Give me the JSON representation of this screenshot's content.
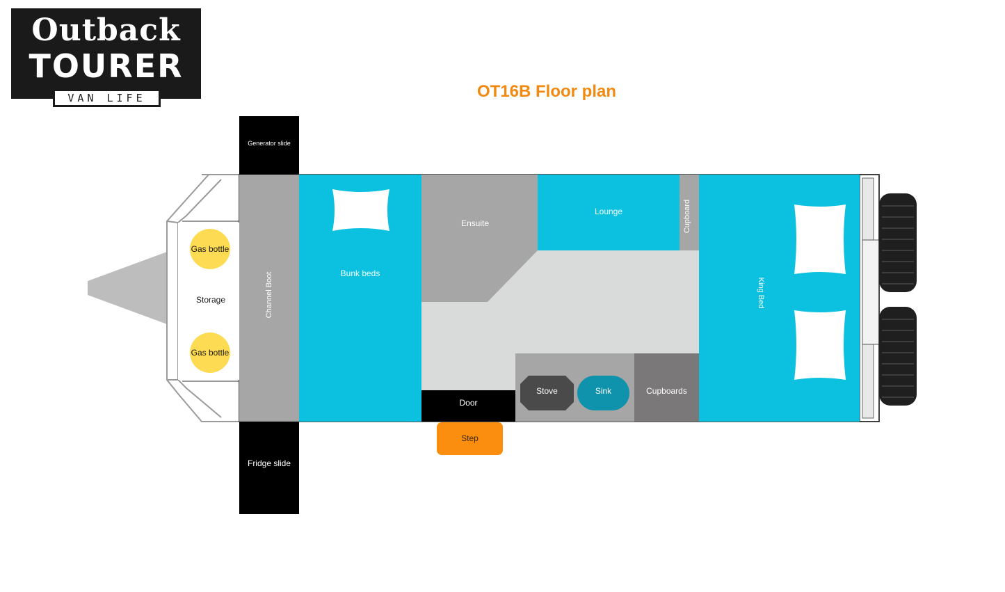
{
  "logo": {
    "line1": "Outback",
    "line2": "TOURER",
    "tagline": "VAN LIFE"
  },
  "title": "OT16B Floor plan",
  "rooms": {
    "generator_slide": "Generator slide",
    "fridge_slide": "Fridge slide",
    "channel_boot": "Channel Boot",
    "gas_bottle_top": "Gas bottle",
    "gas_bottle_bottom": "Gas bottle",
    "storage": "Storage",
    "bunk_beds": "Bunk beds",
    "ensuite": "Ensuite",
    "lounge": "Lounge",
    "cupboard": "Cupboard",
    "king_bed": "King Bed",
    "door": "Door",
    "step": "Step",
    "stove": "Stove",
    "sink": "Sink",
    "cupboards": "Cupboards"
  },
  "colors": {
    "title": "#f28a12",
    "cyan": "#0cc0e0",
    "grey_dark": "#a6a6a6",
    "grey_light": "#d9dbdb",
    "black": "#000000",
    "gas": "#fddb53",
    "step": "#fb8e0e",
    "stove": "#4a4a4a",
    "sink": "#0f93ad",
    "cupboards": "#7a7878"
  }
}
